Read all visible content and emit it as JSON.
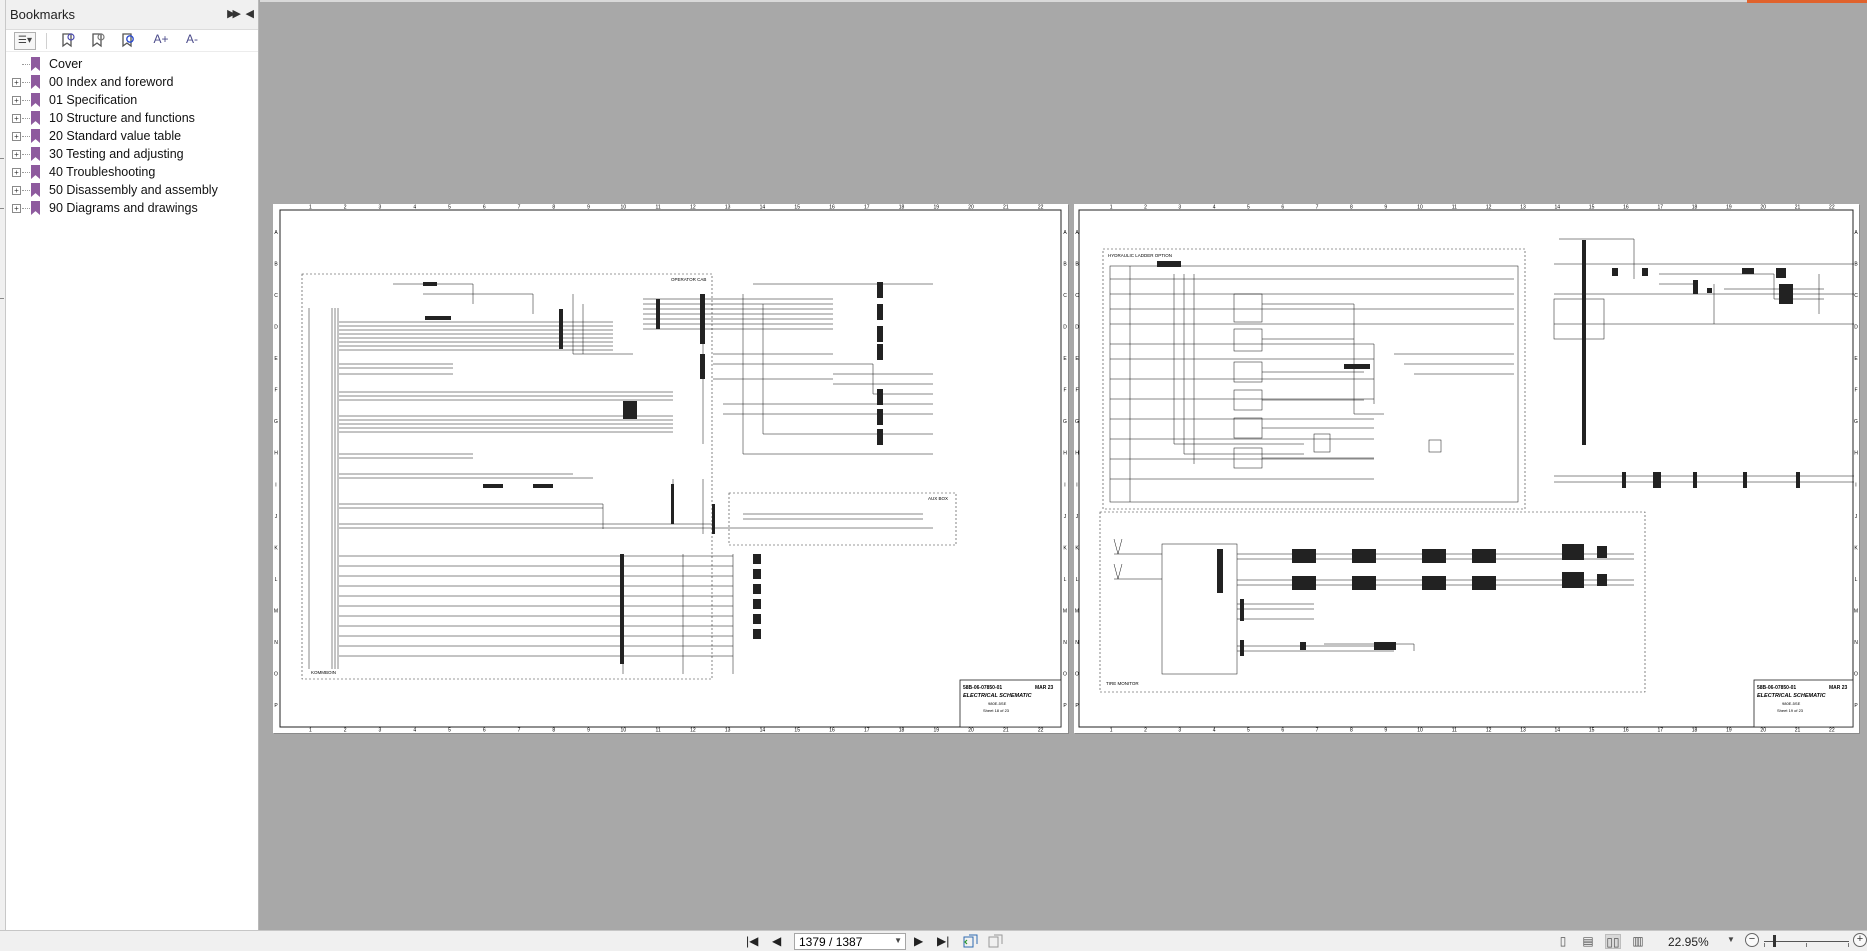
{
  "bookmarks": {
    "title": "Bookmarks",
    "expand_icon": "double-chevron-right-icon",
    "collapse_icon": "chevron-left-icon",
    "toolbar": [
      {
        "name": "options-icon"
      },
      {
        "name": "expand-bookmark-icon"
      },
      {
        "name": "collapse-bookmark-icon"
      },
      {
        "name": "find-current-bookmark-icon"
      },
      {
        "name": "enlarge-text-icon",
        "label": "A+"
      },
      {
        "name": "reduce-text-icon",
        "label": "A-"
      }
    ],
    "items": [
      {
        "label": "Cover",
        "expandable": false
      },
      {
        "label": "00 Index and foreword",
        "expandable": true
      },
      {
        "label": "01 Specification",
        "expandable": true
      },
      {
        "label": "10 Structure and functions",
        "expandable": true
      },
      {
        "label": "20 Standard value table",
        "expandable": true
      },
      {
        "label": "30 Testing and adjusting",
        "expandable": true
      },
      {
        "label": "40 Troubleshooting",
        "expandable": true
      },
      {
        "label": "50 Disassembly and assembly",
        "expandable": true
      },
      {
        "label": "90 Diagrams and drawings",
        "expandable": true
      }
    ],
    "icon_color": "#8e5a9e"
  },
  "document": {
    "left_sheet": {
      "regions": [
        "OPERATOR CAB",
        "AUX BOX",
        "KOMMBOIN"
      ],
      "title_block": {
        "code": "58B-06-07850-01",
        "date": "MAR 23",
        "title": "ELECTRICAL SCHEMATIC",
        "model": "980E-5SE",
        "sheet": "Sheet 18 of 23"
      }
    },
    "right_sheet": {
      "regions": [
        "HYDRAULIC LADDER OPTION",
        "TIRE MONITOR"
      ],
      "title_block": {
        "code": "58B-06-07850-01",
        "date": "MAR 23",
        "title": "ELECTRICAL SCHEMATIC",
        "model": "980E-5SE",
        "sheet": "Sheet 19 of 23"
      }
    },
    "column_labels": [
      "1",
      "2",
      "3",
      "4",
      "5",
      "6",
      "7",
      "8",
      "9",
      "10",
      "11",
      "12",
      "13",
      "14",
      "15",
      "16",
      "17",
      "18",
      "19",
      "20",
      "21",
      "22"
    ],
    "row_labels": [
      "A",
      "B",
      "C",
      "D",
      "E",
      "F",
      "G",
      "H",
      "I",
      "J",
      "K",
      "L",
      "M",
      "N",
      "O",
      "P"
    ]
  },
  "statusbar": {
    "page_value": "1379 / 1387",
    "zoom": "22.95%",
    "icons": {
      "first": "first-page-icon",
      "prev": "previous-page-icon",
      "next": "next-page-icon",
      "last": "last-page-icon",
      "back": "previous-view-icon",
      "forward": "next-view-icon"
    },
    "view_modes": [
      "single-page-icon",
      "continuous-icon",
      "facing-icon",
      "continuous-facing-icon"
    ],
    "active_view_mode": "facing-icon",
    "zoom_fraction": 0.12
  },
  "colors": {
    "background": "#a8a8a8",
    "accent": "#e0622c"
  }
}
